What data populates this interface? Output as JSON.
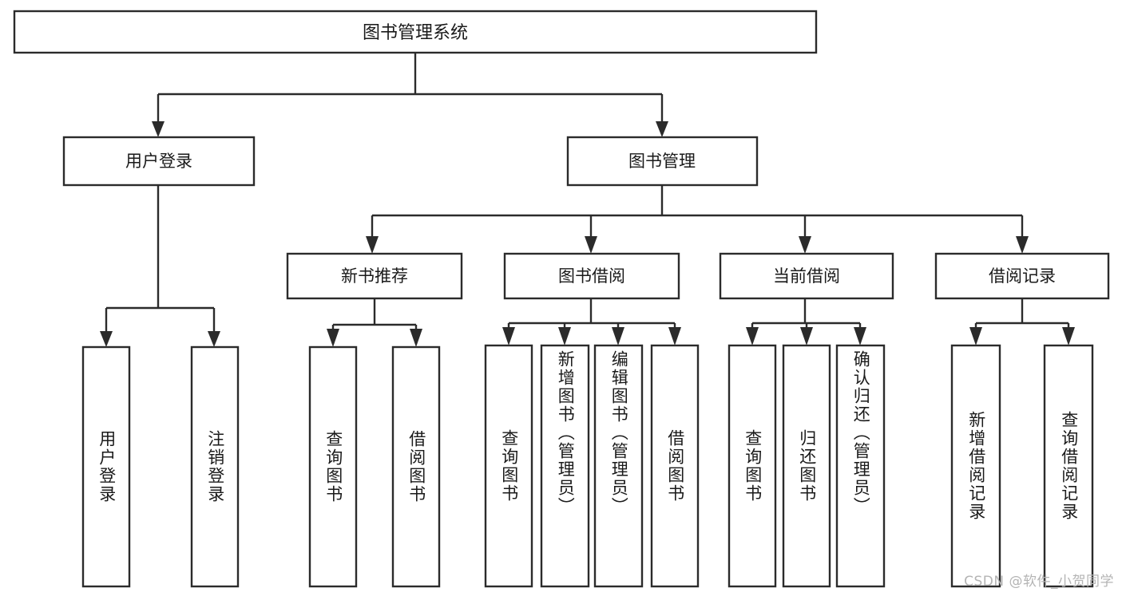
{
  "diagram": {
    "type": "hierarchy-tree",
    "orientation": "top-down",
    "root": {
      "id": "root",
      "label": "图书管理系统"
    },
    "level2": [
      {
        "id": "user-login",
        "label": "用户登录"
      },
      {
        "id": "book-management",
        "label": "图书管理"
      }
    ],
    "level3": [
      {
        "id": "new-book-recommend",
        "label": "新书推荐",
        "parent": "book-management"
      },
      {
        "id": "book-borrow",
        "label": "图书借阅",
        "parent": "book-management"
      },
      {
        "id": "current-borrow",
        "label": "当前借阅",
        "parent": "book-management"
      },
      {
        "id": "borrow-record",
        "label": "借阅记录",
        "parent": "book-management"
      }
    ],
    "leaves": [
      {
        "id": "leaf-user-login",
        "label": "用户登录",
        "parent": "user-login"
      },
      {
        "id": "leaf-logout-login",
        "label": "注销登录",
        "parent": "user-login"
      },
      {
        "id": "leaf-query-book-1",
        "label": "查询图书",
        "parent": "new-book-recommend"
      },
      {
        "id": "leaf-borrow-book-1",
        "label": "借阅图书",
        "parent": "new-book-recommend"
      },
      {
        "id": "leaf-query-book-2",
        "label": "查询图书",
        "parent": "book-borrow"
      },
      {
        "id": "leaf-add-book",
        "label": "新增图书（管理员）",
        "parent": "book-borrow"
      },
      {
        "id": "leaf-edit-book",
        "label": "编辑图书（管理员）",
        "parent": "book-borrow"
      },
      {
        "id": "leaf-borrow-book-2",
        "label": "借阅图书",
        "parent": "book-borrow"
      },
      {
        "id": "leaf-query-book-3",
        "label": "查询图书",
        "parent": "current-borrow"
      },
      {
        "id": "leaf-return-book",
        "label": "归还图书",
        "parent": "current-borrow"
      },
      {
        "id": "leaf-confirm-return",
        "label": "确认归还（管理员）",
        "parent": "current-borrow"
      },
      {
        "id": "leaf-add-borrow-record",
        "label": "新增借阅记录",
        "parent": "borrow-record"
      },
      {
        "id": "leaf-query-borrow-record",
        "label": "查询借阅记录",
        "parent": "borrow-record"
      }
    ],
    "colors": {
      "stroke": "#2b2b2b",
      "box_fill": "#ffffff",
      "text": "#1a1a1a",
      "background": "#ffffff",
      "watermark": "#b4b4b4"
    }
  },
  "watermark": {
    "text": "CSDN @软件_小贺同学"
  }
}
